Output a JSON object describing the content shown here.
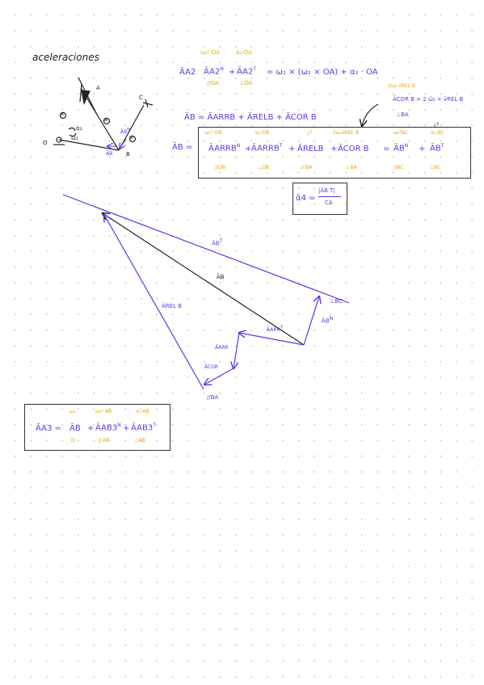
{
  "page": {
    "title": "aceleraciones"
  },
  "colors": {
    "ink": "#222222",
    "blue": "#4f3fe0",
    "yellow": "#e8a400",
    "dots": "#cfcfd4"
  },
  "mechanism": {
    "labels": {
      "A": "A",
      "B": "B",
      "C": "C",
      "O": "O",
      "n2": "②",
      "n3": "③",
      "n4": "④",
      "alpha2": "α₂",
      "omega2": "ω₂",
      "vb": "ĀB",
      "vb_sup": "N",
      "vb2": "ĀB"
    }
  },
  "eq1": {
    "top_left": "ω₂²·OA",
    "top_right": "α₂·OA",
    "lhs": "ĀA2",
    "t1": "ĀA2",
    "t1_sup": "N",
    "plus": "+",
    "t2": "ĀA2",
    "t2_sup": "T",
    "rhs": "= ω₂ × (ω₂ × OA) + α₂ · OA",
    "c1": "//OA",
    "c2": "⊥OA"
  },
  "coriolis": {
    "top": "2ω₂ v̄REL B",
    "expr": "ĀCOR B = 2 ω̄₂ × v̄REL B",
    "cond": "⊥BA"
  },
  "eq2": {
    "text": "ĀB = ĀARRB + ĀRELB + ĀCOR B"
  },
  "eq3": {
    "lhs": "ĀB =",
    "tops": [
      "ω₂²·OB",
      "α₂·OB",
      "¿?",
      "2ω₂v̄REL B",
      "ω₄²BC",
      "α₄·BC"
    ],
    "top_extra": "¿?",
    "terms": [
      "ĀARRB",
      "ĀARRB",
      "ĀRELB",
      "ĀCOR B",
      "ĀB",
      "ĀB"
    ],
    "sups": [
      "N",
      "T",
      "",
      "",
      "N",
      "T"
    ],
    "ops": [
      "+",
      "+",
      "+",
      "=",
      "+"
    ],
    "conds": [
      "//OB",
      "⊥OB",
      "// BA",
      "⊥BA",
      "//BC",
      "⊥BC"
    ]
  },
  "alpha4": {
    "lhs": "ᾱ4 =",
    "num": "|ĀB T|",
    "den": "CA"
  },
  "diagram": {
    "labels": {
      "at": "ĀB",
      "at_sup": "T",
      "ab": "ĀB",
      "arel": "ĀREL B",
      "perp_bc": "⊥BC",
      "an": "ĀB",
      "an_sup": "N",
      "arrt": "ĀARR",
      "arrt_sup": "T",
      "arrn": "ĀARR",
      "acor": "ĀCOR",
      "par_ba": "//BA"
    }
  },
  "eq4": {
    "tops": [
      "ω₄",
      "ω₃² AB",
      "α₃ AB"
    ],
    "lhs": "ĀA3 =",
    "t1": "ĀB",
    "plus1": "+",
    "t2": "ĀAB3",
    "t2_sup": "N",
    "plus2": "+",
    "t3": "ĀAB3",
    "t3_sup": "T",
    "conds": [
      "D",
      "∥ AB",
      "⊥AB"
    ]
  }
}
